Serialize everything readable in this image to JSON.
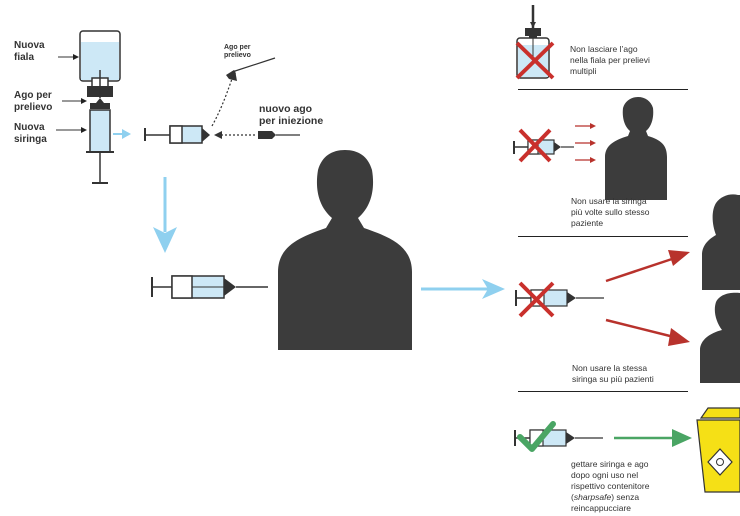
{
  "left_labels": {
    "nuova_fiala": [
      "Nuova",
      "fiala"
    ],
    "ago_prelievo": [
      "Ago per",
      "prelievo"
    ],
    "nuova_siringa": [
      "Nuova",
      "siringa"
    ],
    "ago_per_prelievo_small": [
      "Ago per",
      "prelievo"
    ],
    "nuovo_ago_iniezione": [
      "nuovo ago",
      "per iniezione"
    ]
  },
  "rules": [
    {
      "text": [
        "Non lasciare l’ago",
        "nella fiala per prelievi",
        "multipli"
      ]
    },
    {
      "text": [
        "Non usare la siringa",
        "più volte sullo stesso",
        "paziente"
      ]
    },
    {
      "text": [
        "Non usare la stessa",
        "siringa su più pazienti"
      ]
    },
    {
      "text": [
        "gettare siringa e ago",
        "dopo ogni uso nel",
        "rispettivo contenitore"
      ],
      "italic_word": "sharpsafe",
      "text_after": [
        "senza",
        "reincappucciare"
      ]
    }
  ],
  "colors": {
    "fluid": "#cde8f6",
    "light_arrow": "#8fd0ef",
    "red_cross": "#c9302c",
    "red_arrow": "#b8322c",
    "green_check": "#4aa564",
    "green_arrow": "#4aa564",
    "silhouette": "#3c3c3c",
    "bin_yellow": "#f5e016"
  }
}
